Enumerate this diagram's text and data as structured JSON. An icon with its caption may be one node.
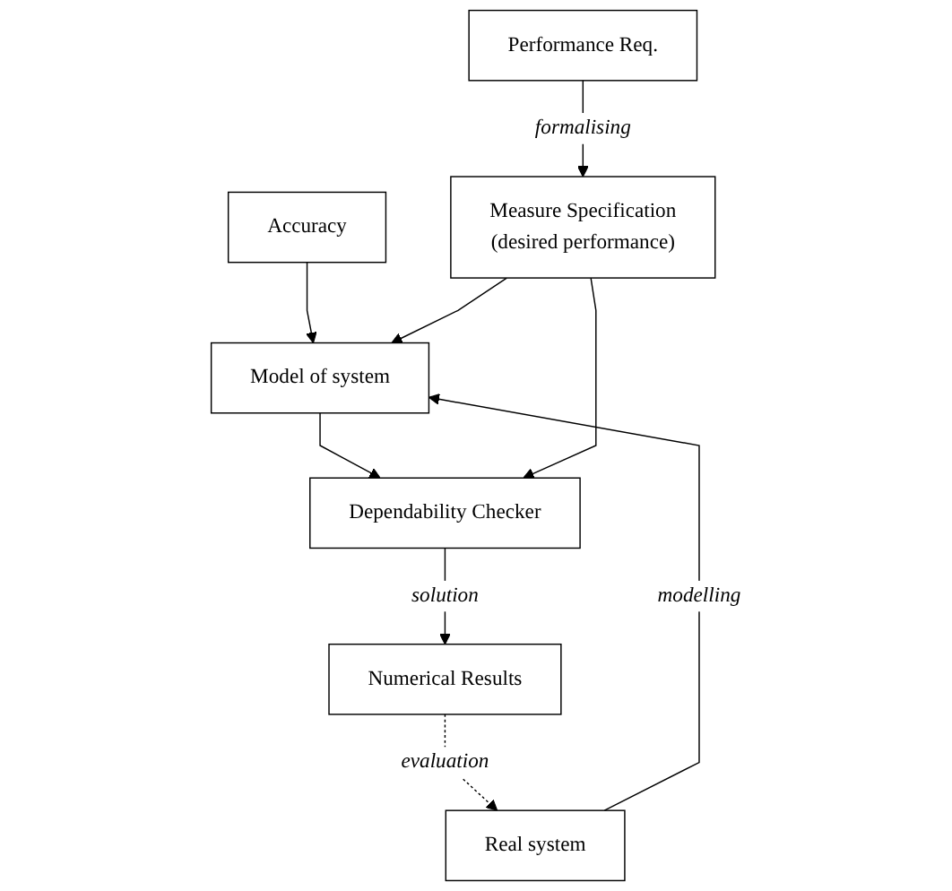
{
  "diagram": {
    "nodes": [
      {
        "text": [
          "Accuracy"
        ]
      },
      {
        "text": [
          "Real system"
        ]
      },
      {
        "text": [
          "Performance Req."
        ]
      },
      {
        "text": [
          "Model of system"
        ]
      },
      {
        "text": [
          "Measure Specification",
          "(desired performance)"
        ]
      },
      {
        "text": [
          "Dependability Checker"
        ]
      },
      {
        "text": [
          "Numerical Results"
        ]
      }
    ],
    "edges": [
      {
        "from": 0,
        "to": 3,
        "arrow": "to"
      },
      {
        "from": 1,
        "to": 3,
        "arrow": "to",
        "label": "modelling"
      },
      {
        "from": 2,
        "to": 4,
        "arrow": "to",
        "label": "formalising"
      },
      {
        "from": 4,
        "to": 3,
        "arrow": "to"
      },
      {
        "from": 3,
        "to": 5,
        "arrow": "to"
      },
      {
        "from": 4,
        "to": 5,
        "arrow": "to"
      },
      {
        "from": 5,
        "to": 6,
        "arrow": "to",
        "label": "solution"
      },
      {
        "from": 6,
        "to": 1,
        "arrow": "to",
        "label": "evaluation",
        "style": "dashed"
      }
    ]
  }
}
